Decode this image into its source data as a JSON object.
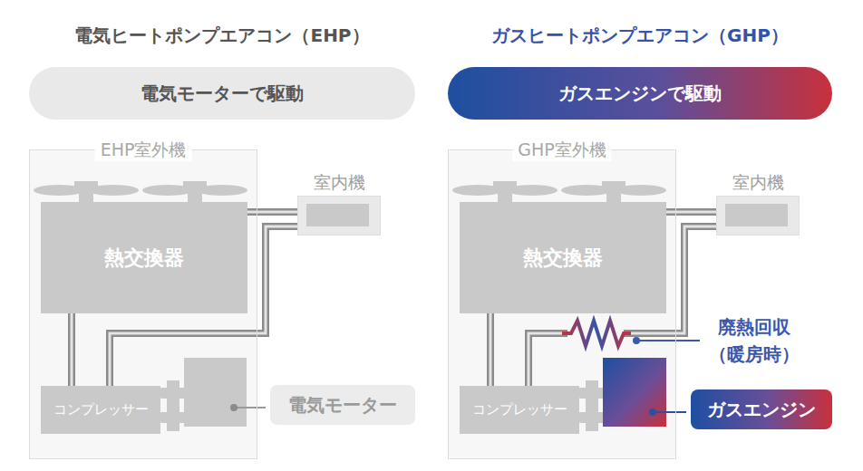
{
  "diagram": {
    "nodes": [
      {
        "text": [
          "電気モーターで駆動"
        ]
      },
      {
        "text": [
          "EHP室外機"
        ]
      },
      {
        "text": [
          "熱交換器"
        ],
        "in": 1
      },
      {
        "text": [
          "コンプレッサー"
        ],
        "in": 1
      },
      {
        "text": [
          "室内機"
        ]
      },
      {
        "text": [
          "電気モーター"
        ]
      },
      {
        "text": [
          "ガスエンジンで駆動"
        ]
      },
      {
        "text": [
          "GHP室外機"
        ]
      },
      {
        "text": [
          "熱交換器"
        ],
        "in": 7
      },
      {
        "text": [
          "コンプレッサー"
        ],
        "in": 7
      },
      {
        "text": [
          "室内機"
        ]
      },
      {
        "text": [
          "ガスエンジン"
        ]
      }
    ],
    "edges": [
      {
        "from": 2,
        "to": 4,
        "arrow": "none"
      },
      {
        "from": 3,
        "to": 2,
        "arrow": "none"
      },
      {
        "from": 3,
        "to": 4,
        "arrow": "none"
      },
      {
        "from": 8,
        "to": 10,
        "arrow": "none"
      },
      {
        "from": 9,
        "to": 8,
        "arrow": "none"
      },
      {
        "from": 9,
        "to": 10,
        "arrow": "none"
      }
    ],
    "labels": [
      "電気ヒートポンプエアコン（EHP）",
      "ガスヒートポンプエアコン（GHP）",
      "廃熱回収 （暖房時）"
    ]
  }
}
